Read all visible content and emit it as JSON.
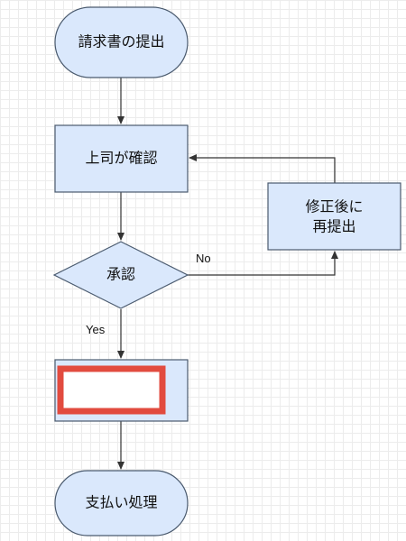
{
  "diagram": {
    "nodes": {
      "start": "請求書の提出",
      "check": "上司が確認",
      "revise_line1": "修正後に",
      "revise_line2": "再提出",
      "decision": "承認",
      "hidden": "",
      "end": "支払い処理"
    },
    "edges": {
      "no_label": "No",
      "yes_label": "Yes"
    },
    "colors": {
      "shape_fill": "#dae8fc",
      "shape_stroke": "#4a5a6e",
      "highlight_box": "#e24b3f"
    }
  }
}
